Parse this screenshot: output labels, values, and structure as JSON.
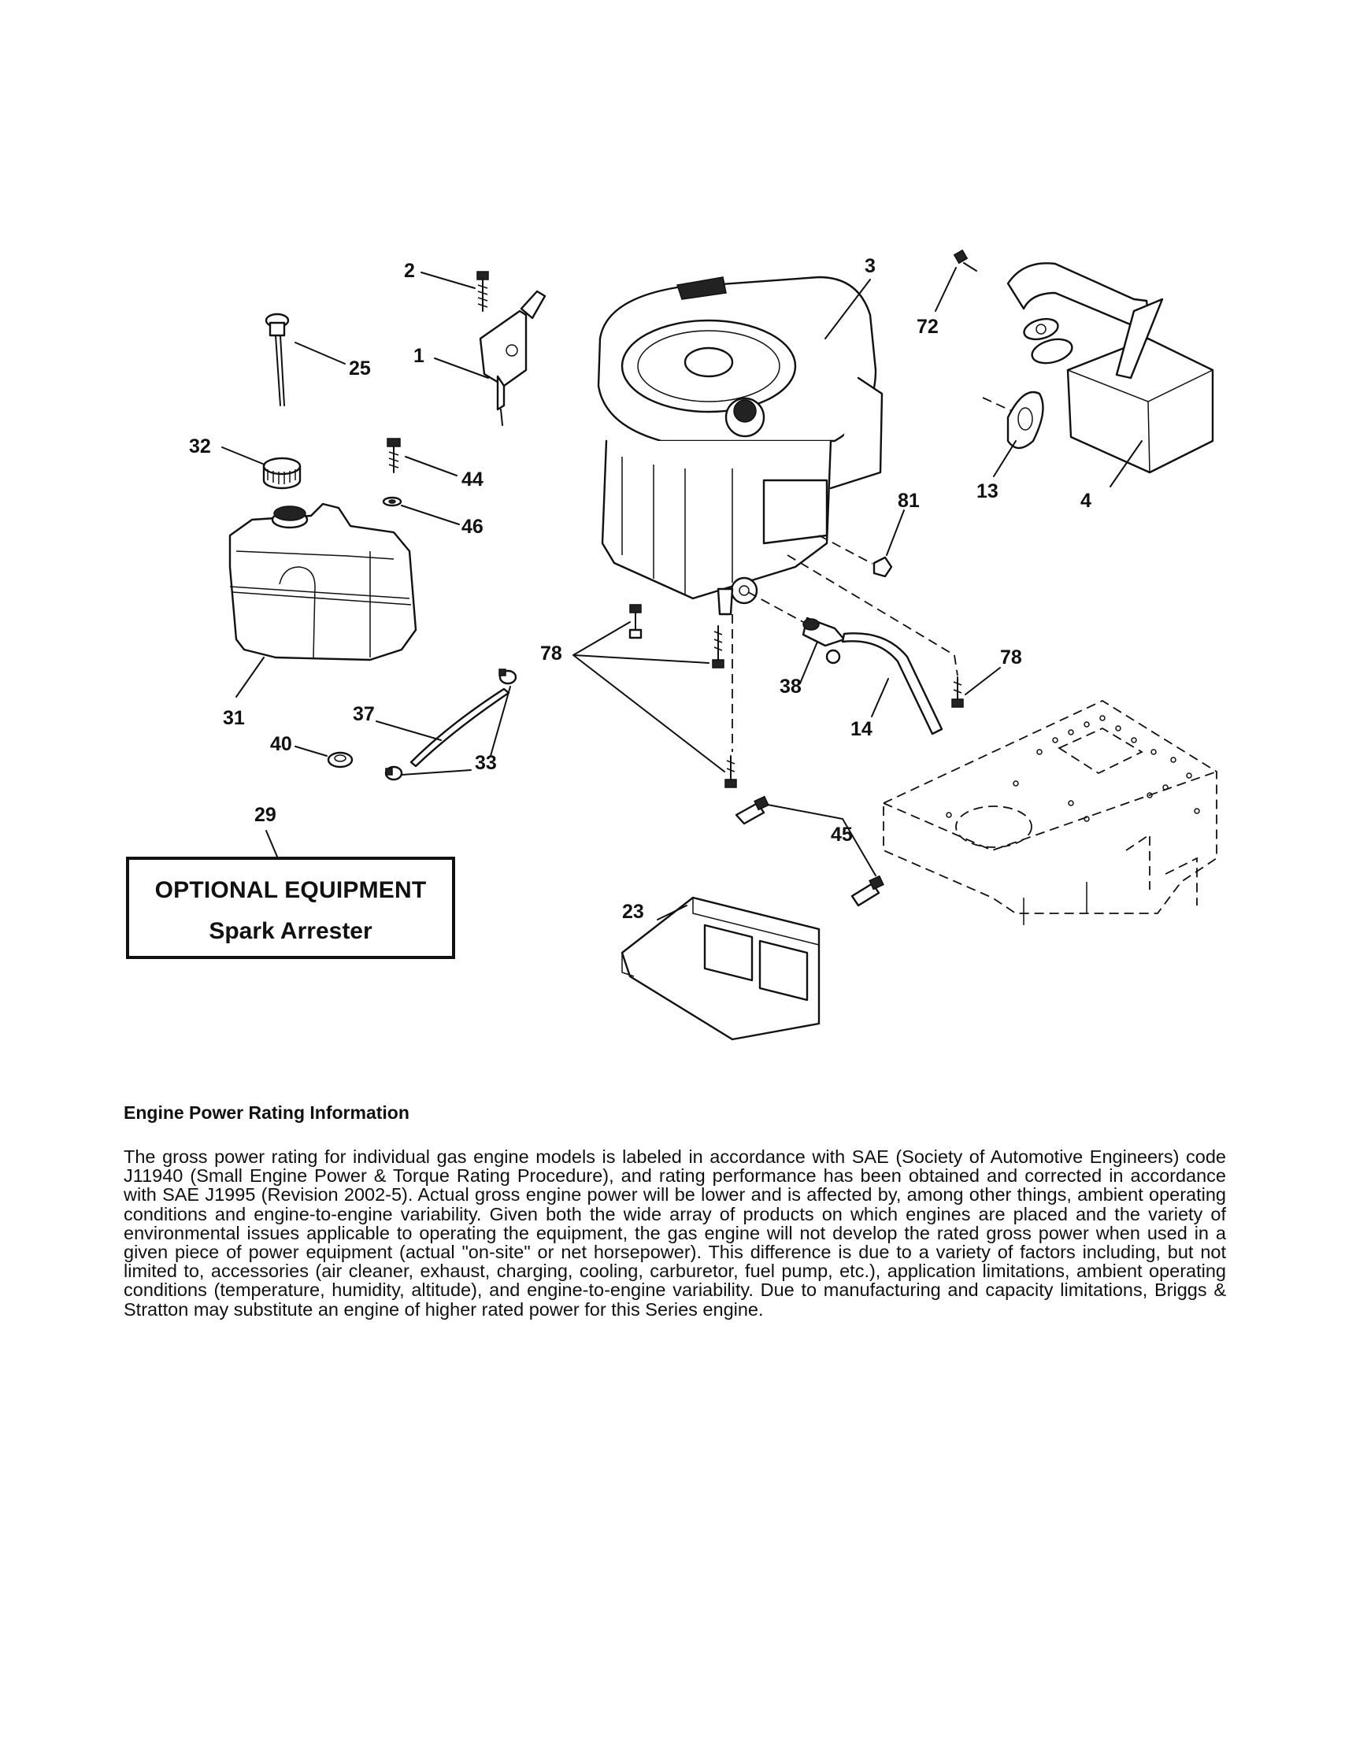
{
  "callouts": {
    "c1": "1",
    "c2": "2",
    "c3": "3",
    "c4": "4",
    "c13": "13",
    "c14": "14",
    "c23": "23",
    "c25": "25",
    "c29": "29",
    "c31": "31",
    "c32": "32",
    "c33": "33",
    "c37": "37",
    "c38": "38",
    "c40": "40",
    "c44": "44",
    "c45": "45",
    "c46": "46",
    "c72": "72",
    "c78a": "78",
    "c78b": "78",
    "c81": "81"
  },
  "optional_equipment": {
    "title": "OPTIONAL EQUIPMENT",
    "item": "Spark Arrester"
  },
  "rating_info": {
    "heading": "Engine Power Rating Information",
    "body": "The gross power rating for individual gas engine models is labeled in accordance with SAE (Society of Automotive Engineers) code J11940 (Small Engine Power & Torque Rating Procedure), and rating performance has been obtained and corrected in accordance with SAE J1995 (Revision 2002-5). Actual gross engine power will be lower and is affected by, among other things, ambient operating conditions and engine-to-engine variability. Given both the wide array of products on which engines are placed and the variety of environmental issues applicable to operating the equipment, the gas engine will not develop the rated gross power when used in a given piece of power equipment (actual \"on-site\" or net horsepower). This difference is due to a variety of factors including, but not limited to, accessories (air cleaner, exhaust, charging, cooling, carburetor, fuel pump, etc.), application limitations, ambient operating conditions (temperature, humidity, altitude), and engine-to-engine variability. Due to manufacturing and capacity limitations, Briggs & Stratton may substitute an engine of higher rated power for this Series engine."
  }
}
